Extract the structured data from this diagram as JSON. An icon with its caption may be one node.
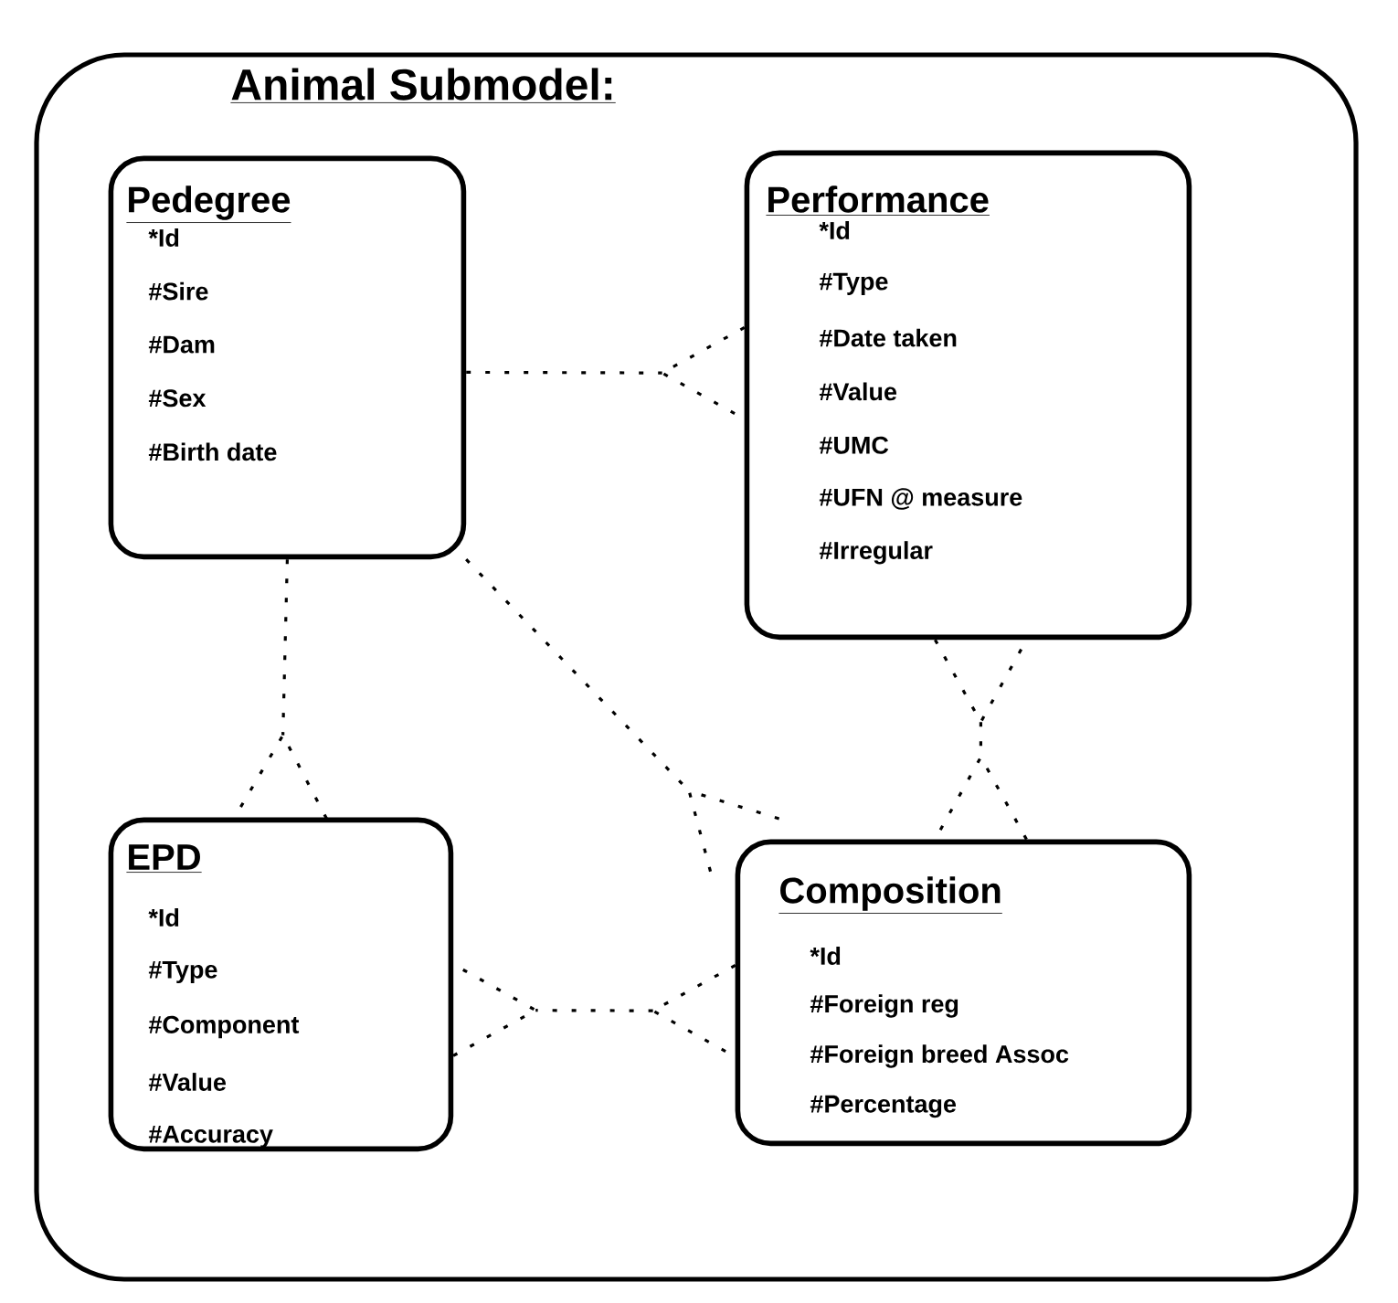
{
  "diagram": {
    "nodes": [
      {
        "text": [
          "Animal Submodel:"
        ]
      },
      {
        "text": [
          "Pedegree",
          "*Id",
          "#Sire",
          "#Dam",
          "#Sex",
          "#Birth date"
        ],
        "in": 0
      },
      {
        "text": [
          "Performance",
          "*Id",
          "#Type",
          "#Date taken",
          "#Value",
          "#UMC",
          "#UFN @ measure",
          "#Irregular"
        ],
        "in": 0
      },
      {
        "text": [
          "EPD",
          "*Id",
          "#Type",
          "#Component",
          "#Value",
          "#Accuracy"
        ],
        "in": 0
      },
      {
        "text": [
          "Composition",
          "*Id",
          "#Foreign reg",
          "#Foreign breed Assoc",
          "#Percentage"
        ],
        "in": 0
      }
    ],
    "edges": [
      {
        "from": 1,
        "to": 2,
        "arrow": "other",
        "style": "dashed"
      },
      {
        "from": 1,
        "to": 3,
        "arrow": "other",
        "style": "dashed"
      },
      {
        "from": 1,
        "to": 4,
        "arrow": "other",
        "style": "dashed"
      },
      {
        "from": 2,
        "to": 4,
        "arrow": "other",
        "style": "dashed"
      },
      {
        "from": 4,
        "to": 3,
        "arrow": "other",
        "style": "dashed"
      }
    ]
  }
}
